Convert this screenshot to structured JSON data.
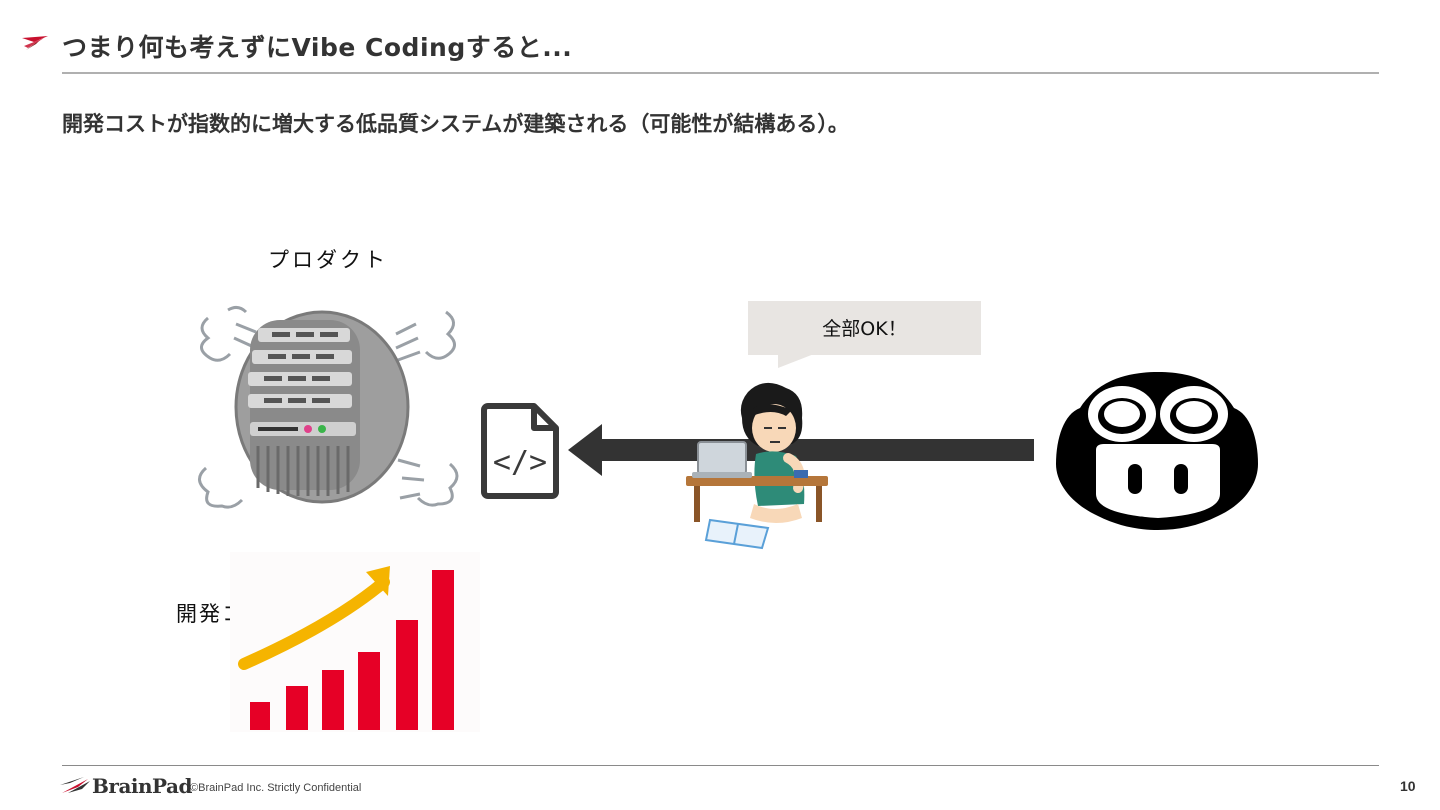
{
  "header": {
    "title": "つまり何も考えずにVibe Codingすると...",
    "subtitle": "開発コストが指数的に増大する低品質システムが建築される（可能性が結構ある）。"
  },
  "diagram": {
    "product_label": "プロダクト",
    "cost_label": "開発コスト",
    "speech_bubble": "全部OK！",
    "code_icon_text": "</>"
  },
  "footer": {
    "logo": "BrainPad",
    "copyright": "©BrainPad Inc.  Strictly Confidential",
    "page_number": "10"
  },
  "colors": {
    "accent_red": "#c8102e",
    "bar_red": "#e60026",
    "arrow_yellow": "#f5b400",
    "dark": "#333333",
    "bubble_bg": "#e8e5e2"
  }
}
